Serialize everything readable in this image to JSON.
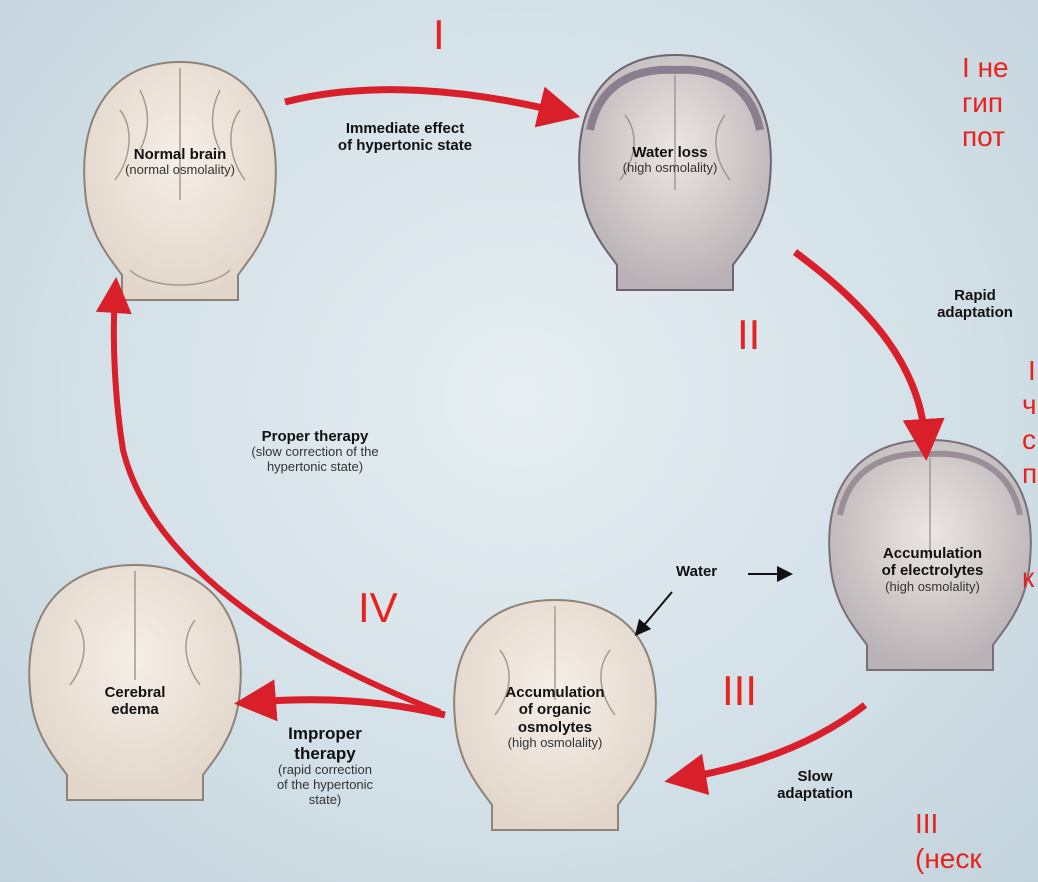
{
  "brains": {
    "normal": {
      "title": "Normal brain",
      "sub": "(normal osmolality)"
    },
    "water_loss": {
      "title": "Water loss",
      "sub": "(high osmolality)"
    },
    "electrolytes": {
      "title1": "Accumulation",
      "title2": "of electrolytes",
      "sub": "(high osmolality)"
    },
    "organic": {
      "title1": "Accumulation",
      "title2": "of organic",
      "title3": "osmolytes",
      "sub": "(high osmolality)"
    },
    "edema": {
      "title1": "Cerebral",
      "title2": "edema"
    }
  },
  "arrows": {
    "immediate": {
      "line1": "Immediate effect",
      "line2": "of hypertonic state"
    },
    "rapid": {
      "line1": "Rapid",
      "line2": "adaptation"
    },
    "slow": {
      "line1": "Slow",
      "line2": "adaptation"
    },
    "proper": {
      "line1": "Proper therapy",
      "line2": "(slow correction of the",
      "line3": "hypertonic state)"
    },
    "improper": {
      "line1": "Improper",
      "line2": "therapy",
      "line3": "(rapid correction",
      "line4": "of the hypertonic",
      "line5": "state)"
    },
    "water": "Water"
  },
  "numerals": {
    "n1": "I",
    "n2": "II",
    "n3": "III",
    "n4": "IV"
  },
  "overlay": {
    "line1_num": "I",
    "line1_text": "не",
    "line2": "гип",
    "line3": "пот",
    "ii_num": "I",
    "ii_l1": "ч",
    "ii_l2": "с",
    "ii_l3": "п",
    "ii_l4": "к",
    "iii_num": "III",
    "iii_text": "(неск"
  },
  "colors": {
    "arrow": "#d81f2a",
    "annotation": "#e8221c",
    "brain": "#efe6dc"
  }
}
